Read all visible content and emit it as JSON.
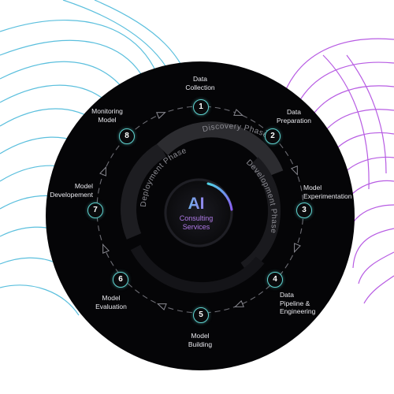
{
  "center": {
    "title": "AI",
    "subtitle": "Consulting\nServices"
  },
  "phases": [
    {
      "name": "Discovery Phase"
    },
    {
      "name": "Development Phase"
    },
    {
      "name": "Deployment Phase"
    }
  ],
  "steps": [
    {
      "number": "1",
      "label": "Data\nCollection"
    },
    {
      "number": "2",
      "label": "Data\nPreparation"
    },
    {
      "number": "3",
      "label": "Model\nExperimentation"
    },
    {
      "number": "4",
      "label": "Data\nPipeline &\nEngineering"
    },
    {
      "number": "5",
      "label": "Model\nBuilding"
    },
    {
      "number": "6",
      "label": "Model\nEvaluation"
    },
    {
      "number": "7",
      "label": "Model\nDevelopement"
    },
    {
      "number": "8",
      "label": "Monitoring\nModel"
    }
  ],
  "colors": {
    "disc": "#050507",
    "node_ring": "#5fd3d0",
    "accent_cyan": "#4fd3e6",
    "accent_purple": "#b45ff0",
    "phase_band": "#2c2c30"
  }
}
